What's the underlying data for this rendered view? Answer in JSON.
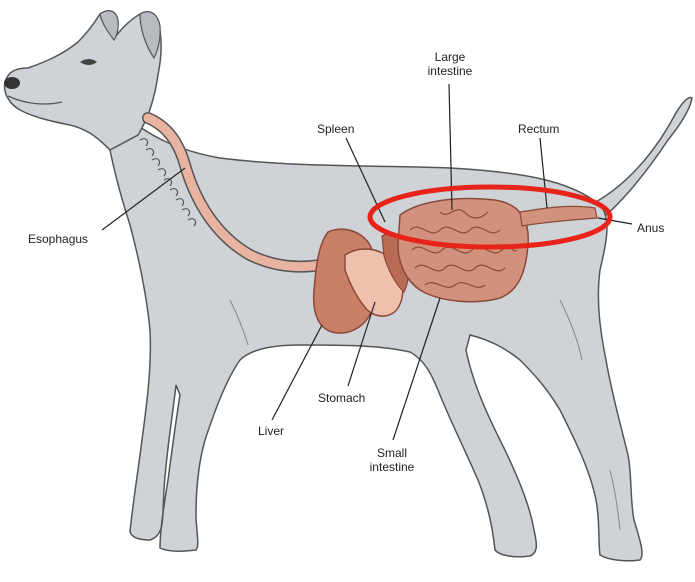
{
  "labels": {
    "large_intestine": [
      "Large",
      "intestine"
    ],
    "rectum": "Rectum",
    "spleen": "Spleen",
    "anus": "Anus",
    "esophagus": "Esophagus",
    "stomach": "Stomach",
    "liver": "Liver",
    "small_intestine": [
      "Small",
      "intestine"
    ]
  },
  "colors": {
    "body": "#cfd2d6",
    "outline": "#555555",
    "organ": "#d2917c",
    "organ_dark": "#8a4a3a",
    "esophagus": "#e8b3a0",
    "stomach": "#f0c0ae",
    "highlight": "#e8231a"
  }
}
